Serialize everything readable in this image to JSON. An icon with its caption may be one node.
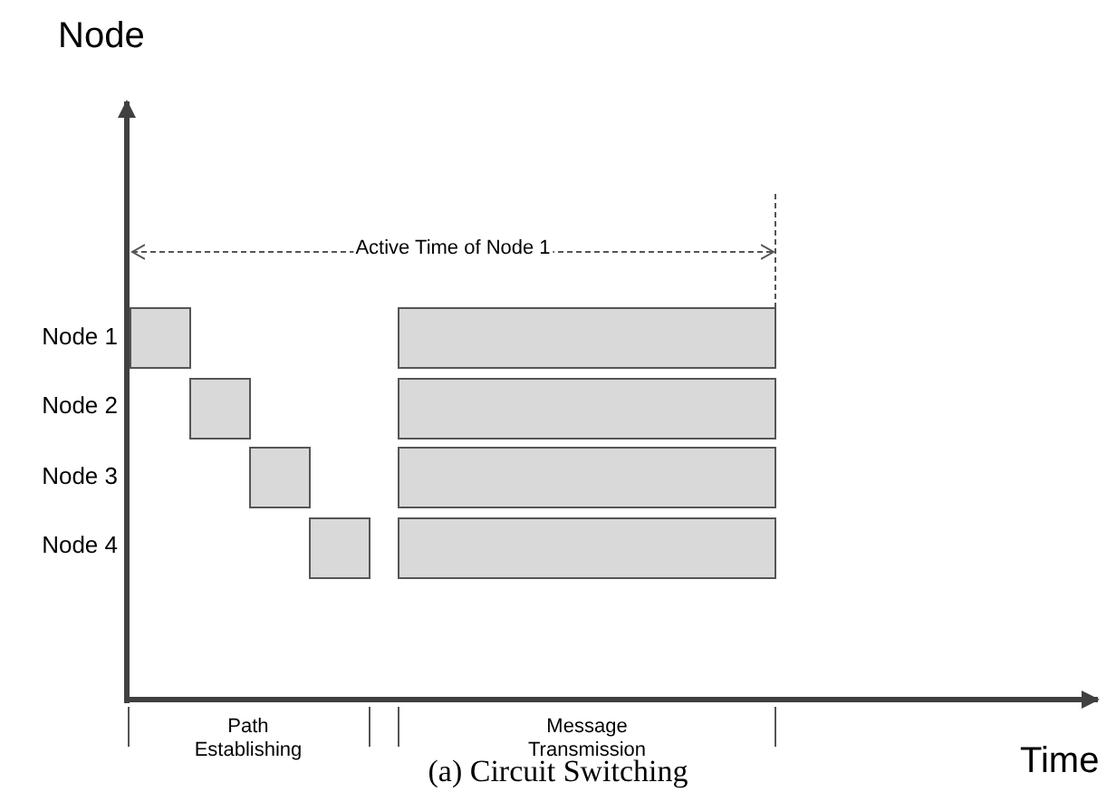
{
  "diagram": {
    "caption": "(a) Circuit Switching",
    "nodes": [
      {
        "text": [],
        "shape": "bar"
      },
      {
        "text": [],
        "shape": "bar"
      },
      {
        "text": [],
        "shape": "bar"
      },
      {
        "text": [],
        "shape": "bar"
      },
      {
        "text": [],
        "shape": "bar"
      },
      {
        "text": [],
        "shape": "bar"
      },
      {
        "text": [],
        "shape": "bar"
      },
      {
        "text": [],
        "shape": "bar"
      }
    ],
    "labels": [
      "Node",
      "Active Time of Node 1",
      "Node 1",
      "Node 2",
      "Node 3",
      "Node 4",
      "Path Establishing",
      "Message Transmission",
      "Time"
    ]
  }
}
